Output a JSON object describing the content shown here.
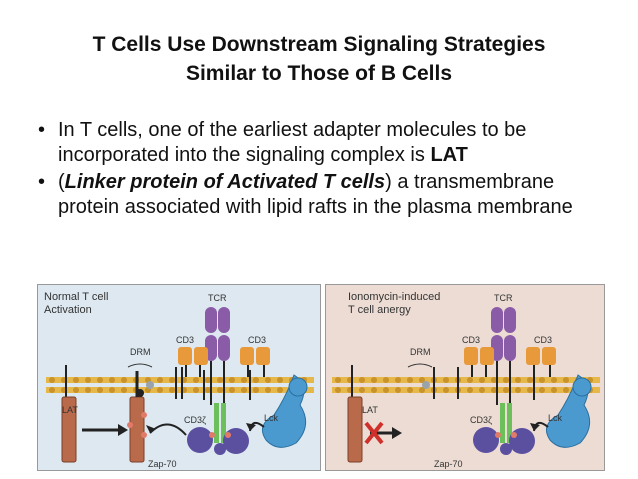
{
  "slide": {
    "title_line1": "T Cells Use Downstream Signaling Strategies",
    "title_line2": "Similar to Those of B Cells",
    "bullet1_part1": "In T cells, one of the earliest adapter molecules to be incorporated into the signaling complex is ",
    "bullet1_bold": "LAT",
    "bullet2_open": "(",
    "bullet2_bolditalic": "Linker protein of Activated T cells",
    "bullet2_rest": ") a transmembrane protein associated with lipid rafts in the plasma membrane",
    "bullet_symbol": "•"
  },
  "figure": {
    "left": {
      "title_line1": "Normal T cell",
      "title_line2": "Activation",
      "tcr": "TCR",
      "cd3_a": "CD3",
      "cd3_b": "CD3",
      "drm": "DRM",
      "lat": "LAT",
      "cd3z": "CD3ζ",
      "lck": "Lck",
      "zap": "Zap-70"
    },
    "right": {
      "title_line1": "Ionomycin-induced",
      "title_line2": "T cell anergy",
      "tcr": "TCR",
      "cd3_a": "CD3",
      "cd3_b": "CD3",
      "drm": "DRM",
      "lat": "LAT",
      "cd3z": "CD3ζ",
      "lck": "Lck",
      "zap": "Zap-70"
    },
    "colors": {
      "left_bg": "#dde8f0",
      "right_bg": "#eddcd4",
      "tcr": "#8a5ca8",
      "cd3": "#e89a3a",
      "lat": "#b86a4a",
      "zap": "#5b4fa0",
      "lck": "#4a9ad0",
      "cd3z": "#6cbf5a"
    }
  }
}
